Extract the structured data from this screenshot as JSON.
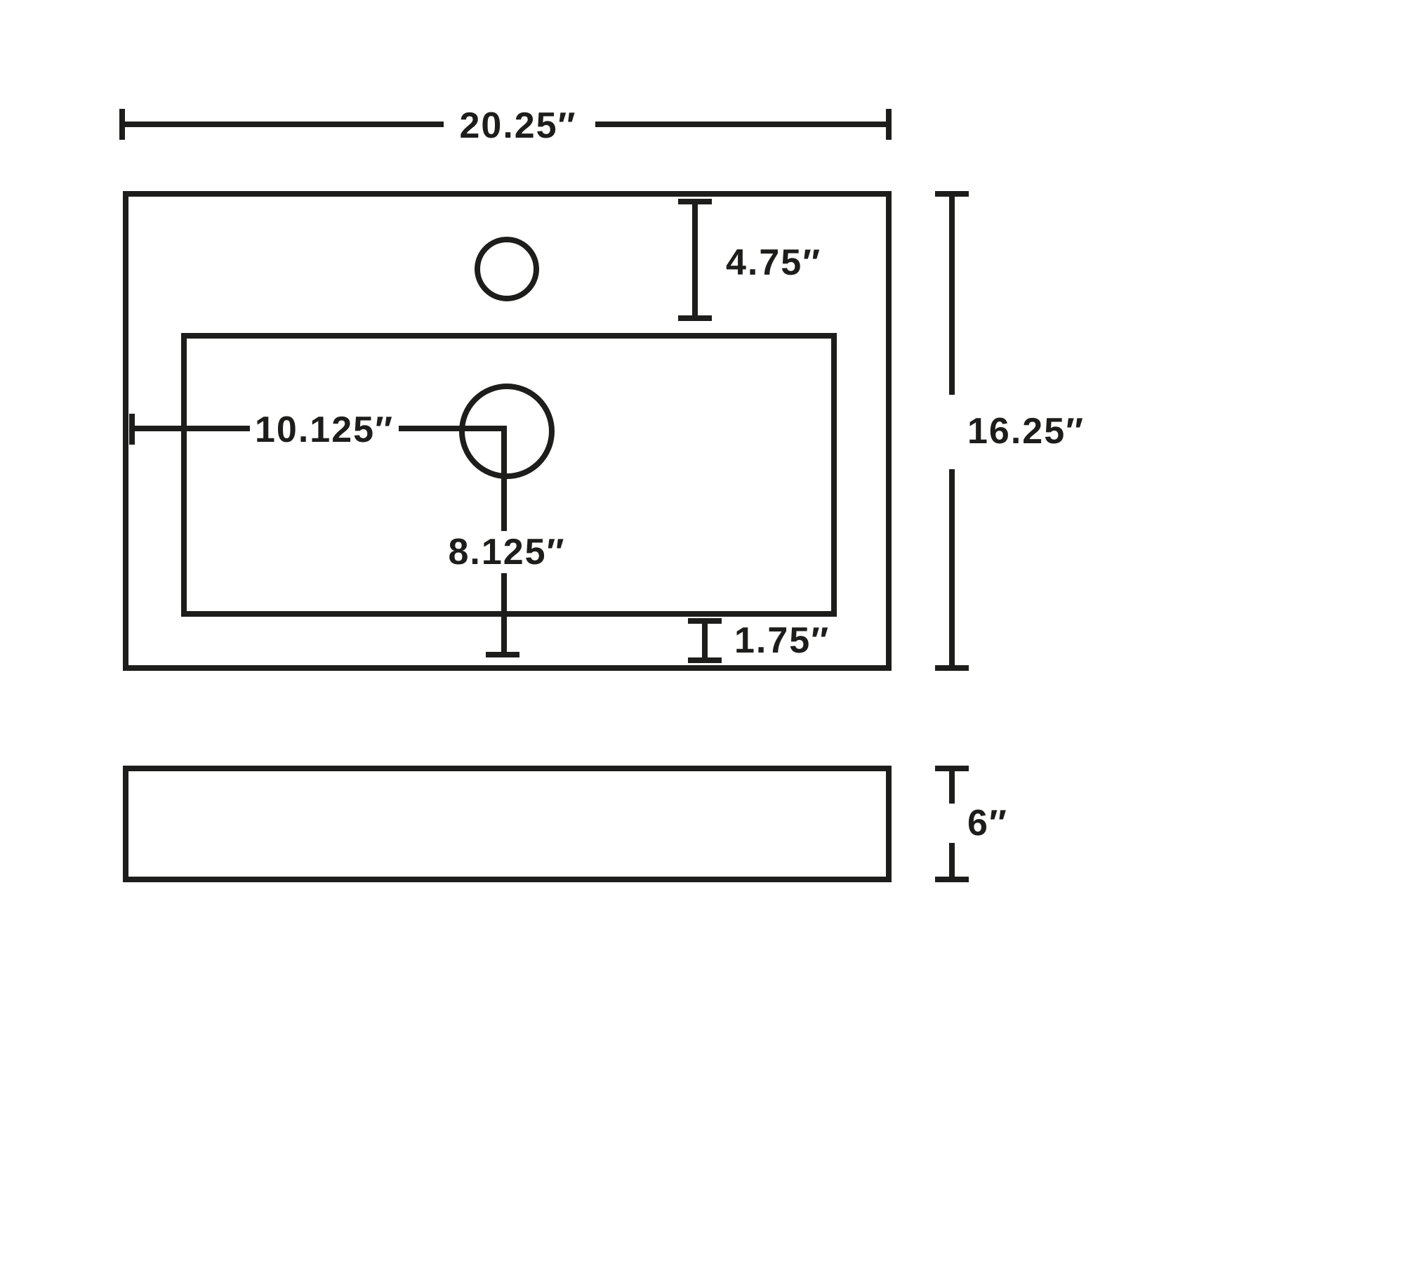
{
  "diagram": {
    "background_color": "#ffffff",
    "line_color": "#1d1d1b",
    "views": {
      "top_view": {
        "labels": {
          "overall_width": "20.25″",
          "faucet_hole_offset": "4.75″",
          "overall_depth": "16.25″",
          "drain_offset_x": "10.125″",
          "drain_offset_y": "8.125″",
          "basin_to_edge": "1.75″"
        }
      },
      "side_view": {
        "labels": {
          "overall_height": "6″"
        }
      }
    }
  }
}
